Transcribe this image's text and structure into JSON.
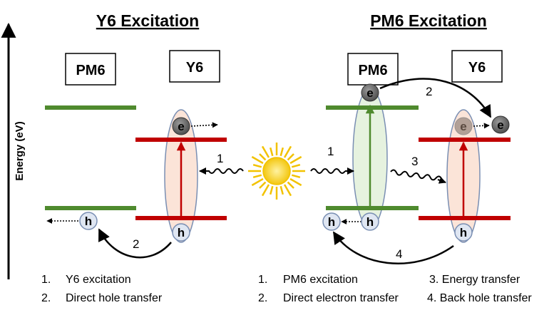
{
  "axis": {
    "ylabel": "Energy (eV)"
  },
  "left_panel": {
    "title": "Y6 Excitation",
    "donor_label": "PM6",
    "acceptor_label": "Y6",
    "electron": "e",
    "hole_acceptor": "h",
    "hole_donor": "h",
    "step_1": "1",
    "step_2": "2",
    "legend": [
      "1.",
      "Y6 excitation",
      "2.",
      "Direct hole transfer"
    ]
  },
  "right_panel": {
    "title": "PM6 Excitation",
    "donor_label": "PM6",
    "acceptor_label": "Y6",
    "electron_donor": "e",
    "electron_acceptor_faded": "e",
    "electron_acceptor": "e",
    "hole_donor_left": "h",
    "hole_donor": "h",
    "hole_acceptor": "h",
    "step_1": "1",
    "step_2": "2",
    "step_3": "3",
    "step_4": "4",
    "legend": [
      "1.",
      "PM6 excitation",
      "2.",
      "Direct electron transfer",
      "3. Energy transfer",
      "4. Back hole transfer"
    ]
  },
  "colors": {
    "donor_level": "#4f8a2e",
    "acceptor_level": "#c00000",
    "donor_fill": "#e6f2df",
    "acceptor_fill": "#fbe4d8",
    "sun": "#f2c200"
  }
}
